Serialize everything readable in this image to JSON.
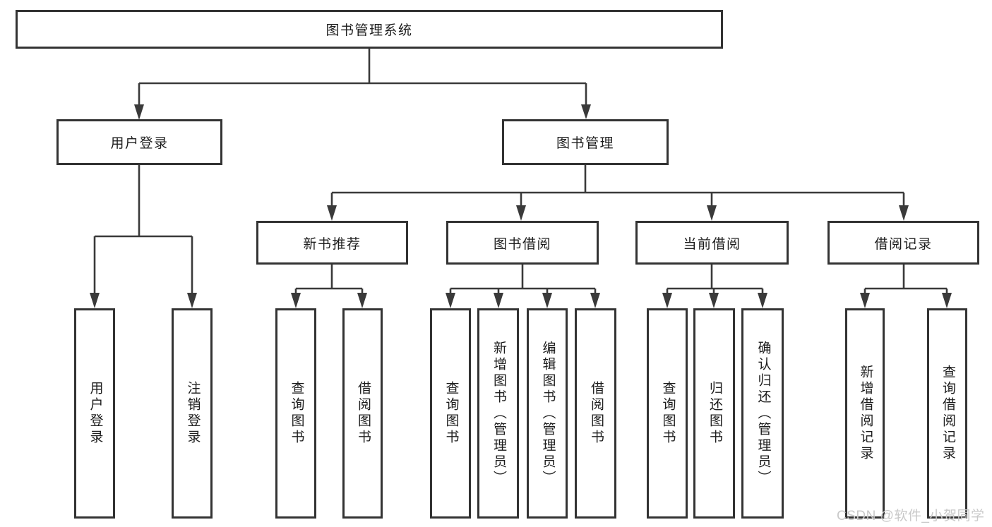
{
  "diagram": {
    "type": "hierarchy-tree",
    "root": {
      "label": "图书管理系统",
      "children": [
        {
          "label": "用户登录",
          "children": [
            {
              "label": "用户登录"
            },
            {
              "label": "注销登录"
            }
          ]
        },
        {
          "label": "图书管理",
          "children": [
            {
              "label": "新书推荐",
              "children": [
                {
                  "label": "查询图书"
                },
                {
                  "label": "借阅图书"
                }
              ]
            },
            {
              "label": "图书借阅",
              "children": [
                {
                  "label": "查询图书"
                },
                {
                  "label": "新增图书（管理员）"
                },
                {
                  "label": "编辑图书（管理员）"
                },
                {
                  "label": "借阅图书"
                }
              ]
            },
            {
              "label": "当前借阅",
              "children": [
                {
                  "label": "查询图书"
                },
                {
                  "label": "归还图书"
                },
                {
                  "label": "确认归还（管理员）"
                }
              ]
            },
            {
              "label": "借阅记录",
              "children": [
                {
                  "label": "新增借阅记录"
                },
                {
                  "label": "查询借阅记录"
                }
              ]
            }
          ]
        }
      ]
    }
  },
  "watermark": {
    "text": "CSDN @软件_小贺同学",
    "color": "#c9c9c9"
  },
  "colors": {
    "line": "#3a3a3a",
    "box_border": "#333333",
    "text": "#1d1d1d",
    "background": "#ffffff"
  }
}
